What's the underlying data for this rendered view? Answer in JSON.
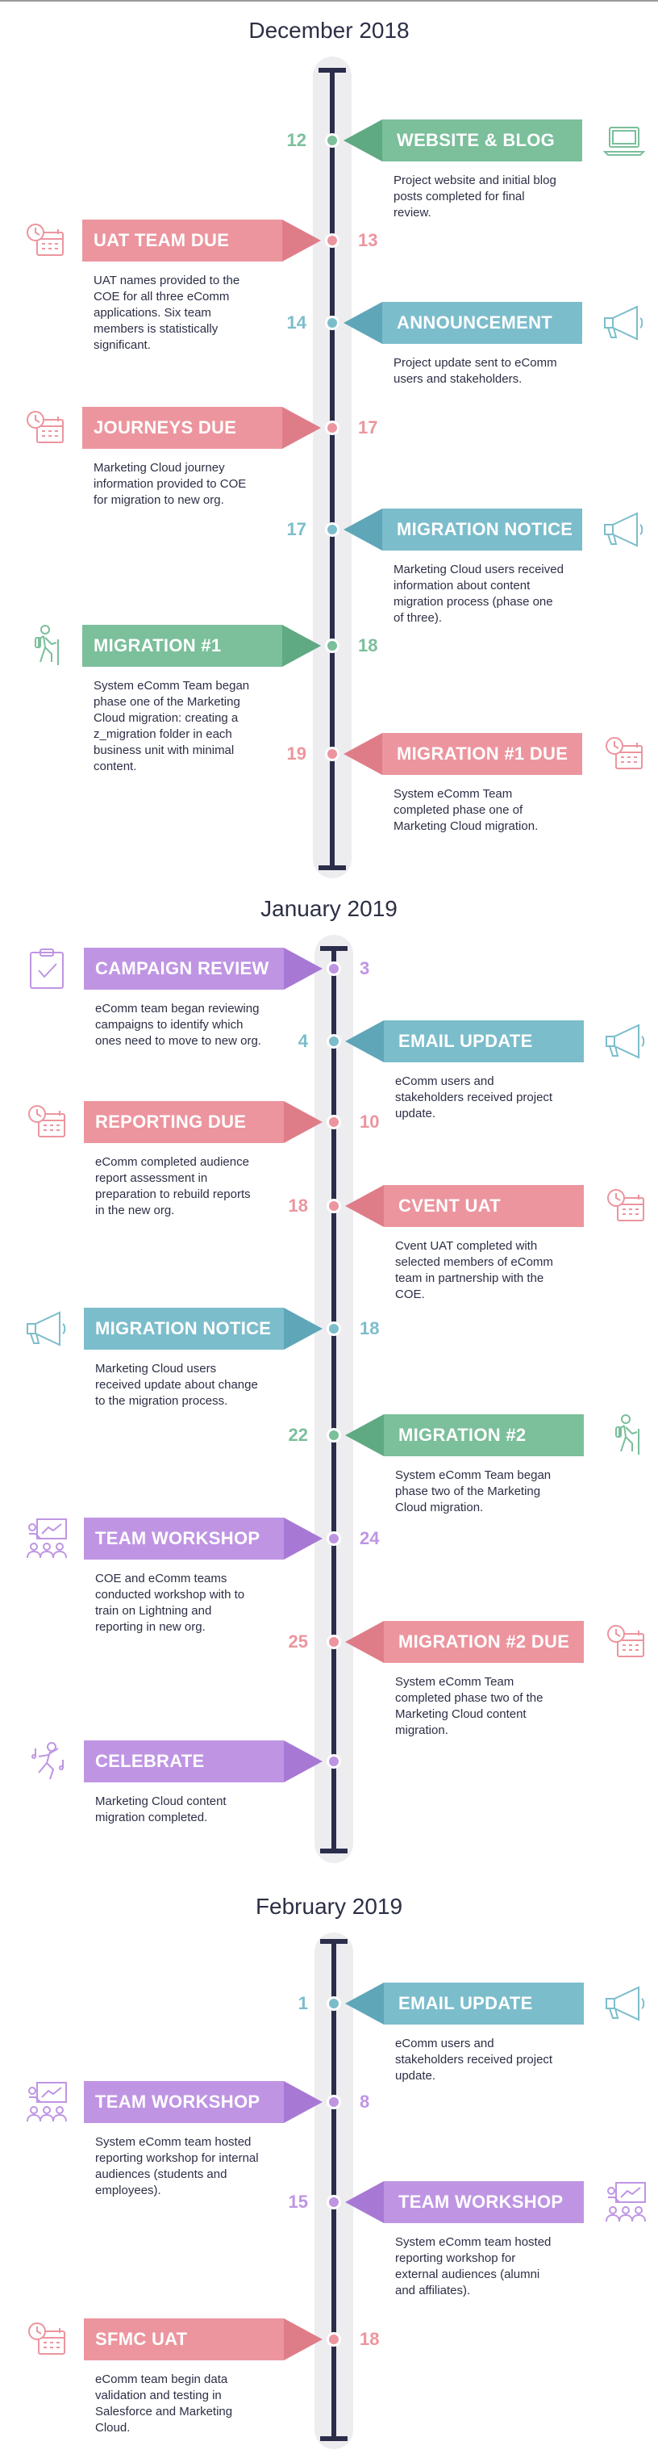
{
  "colors": {
    "green": "#7bbf9b",
    "green_dark": "#5fa983",
    "blue": "#7cbdcc",
    "blue_dark": "#5fa6b8",
    "pink": "#ec959e",
    "pink_dark": "#de7d88",
    "purple": "#bf95e3",
    "purple_dark": "#a779d5",
    "spine": "#2b2d4a",
    "track": "#ededf0"
  },
  "months": [
    {
      "title": "December 2018",
      "events": [
        {
          "day": "12",
          "side": "right",
          "color": "green",
          "title": "WEBSITE & BLOG",
          "icon": "laptop-icon",
          "lines": [
            "Project website and initial blog",
            "posts completed for final",
            "review."
          ]
        },
        {
          "day": "13",
          "side": "left",
          "color": "pink",
          "title": "UAT TEAM DUE",
          "icon": "calendar-clock-icon",
          "lines": [
            "UAT names provided to the",
            "COE for all three eComm",
            "applications. Six team",
            "members is statistically",
            "significant."
          ]
        },
        {
          "day": "14",
          "side": "right",
          "color": "blue",
          "title": "ANNOUNCEMENT",
          "icon": "megaphone-icon",
          "lines": [
            "Project update sent to eComm",
            "users and stakeholders."
          ]
        },
        {
          "day": "17",
          "side": "left",
          "color": "pink",
          "title": "JOURNEYS DUE",
          "icon": "calendar-clock-icon",
          "lines": [
            "Marketing Cloud journey",
            "information provided to COE",
            "for migration to new org."
          ]
        },
        {
          "day": "17",
          "side": "right",
          "color": "blue",
          "title": "MIGRATION NOTICE",
          "icon": "megaphone-icon",
          "lines": [
            "Marketing Cloud users received",
            "information about content",
            "migration process (phase one",
            "of three)."
          ]
        },
        {
          "day": "18",
          "side": "left",
          "color": "green",
          "title": "MIGRATION #1",
          "icon": "hiker-icon",
          "lines": [
            "System eComm Team began",
            "phase one of the Marketing",
            "Cloud migration: creating a",
            "z_migration folder in each",
            "business unit with minimal",
            "content."
          ]
        },
        {
          "day": "19",
          "side": "right",
          "color": "pink",
          "title": "MIGRATION #1 DUE",
          "icon": "calendar-clock-icon",
          "lines": [
            "System eComm Team",
            "completed phase one of",
            "Marketing Cloud migration."
          ]
        }
      ]
    },
    {
      "title": "January 2019",
      "events": [
        {
          "day": "3",
          "side": "left",
          "color": "purple",
          "title": "CAMPAIGN REVIEW",
          "icon": "clipboard-check-icon",
          "lines": [
            "eComm team began reviewing",
            "campaigns to identify which",
            "ones need to move to new org."
          ]
        },
        {
          "day": "4",
          "side": "right",
          "color": "blue",
          "title": "EMAIL UPDATE",
          "icon": "megaphone-icon",
          "lines": [
            "eComm users and",
            "stakeholders received project",
            "update."
          ]
        },
        {
          "day": "10",
          "side": "left",
          "color": "pink",
          "title": "REPORTING DUE",
          "icon": "calendar-clock-icon",
          "lines": [
            "eComm completed audience",
            "report assessment in",
            "preparation to rebuild reports",
            "in the new org."
          ]
        },
        {
          "day": "18",
          "side": "right",
          "color": "pink",
          "title": "CVENT UAT",
          "icon": "calendar-clock-icon",
          "lines": [
            "Cvent UAT completed with",
            "selected members of eComm",
            "team in partnership with the",
            "COE."
          ]
        },
        {
          "day": "18",
          "side": "left",
          "color": "blue",
          "title": "MIGRATION NOTICE",
          "icon": "megaphone-icon",
          "lines": [
            "Marketing Cloud users",
            "received update about change",
            "to the migration process."
          ]
        },
        {
          "day": "22",
          "side": "right",
          "color": "green",
          "title": "MIGRATION #2",
          "icon": "hiker-icon",
          "lines": [
            "System eComm Team began",
            "phase two of the Marketing",
            "Cloud migration."
          ]
        },
        {
          "day": "24",
          "side": "left",
          "color": "purple",
          "title": "TEAM WORKSHOP",
          "icon": "presentation-icon",
          "lines": [
            "COE and eComm teams",
            "conducted workshop with to",
            "train on Lightning and",
            "reporting in new org."
          ]
        },
        {
          "day": "25",
          "side": "right",
          "color": "pink",
          "title": "MIGRATION #2 DUE",
          "icon": "calendar-clock-icon",
          "lines": [
            "System eComm Team",
            "completed phase two of the",
            "Marketing Cloud content",
            "migration."
          ]
        },
        {
          "day": "",
          "side": "left",
          "color": "purple",
          "title": "CELEBRATE",
          "icon": "dancer-icon",
          "lines": [
            "Marketing Cloud content",
            "migration completed."
          ]
        }
      ]
    },
    {
      "title": "February 2019",
      "events": [
        {
          "day": "1",
          "side": "right",
          "color": "blue",
          "title": "EMAIL UPDATE",
          "icon": "megaphone-icon",
          "lines": [
            "eComm users and",
            "stakeholders received project",
            "update."
          ]
        },
        {
          "day": "8",
          "side": "left",
          "color": "purple",
          "title": "TEAM WORKSHOP",
          "icon": "presentation-icon",
          "lines": [
            "System eComm team hosted",
            "reporting workshop for internal",
            "audiences (students and",
            "employees)."
          ]
        },
        {
          "day": "15",
          "side": "right",
          "color": "purple",
          "title": "TEAM WORKSHOP",
          "icon": "presentation-icon",
          "lines": [
            "System eComm team hosted",
            "reporting workshop for",
            "external audiences (alumni",
            "and affiliates)."
          ]
        },
        {
          "day": "18",
          "side": "left",
          "color": "pink",
          "title": "SFMC UAT",
          "icon": "calendar-clock-icon",
          "lines": [
            "eComm team begin data",
            "validation and testing in",
            "Salesforce and Marketing",
            "Cloud."
          ]
        }
      ]
    }
  ]
}
